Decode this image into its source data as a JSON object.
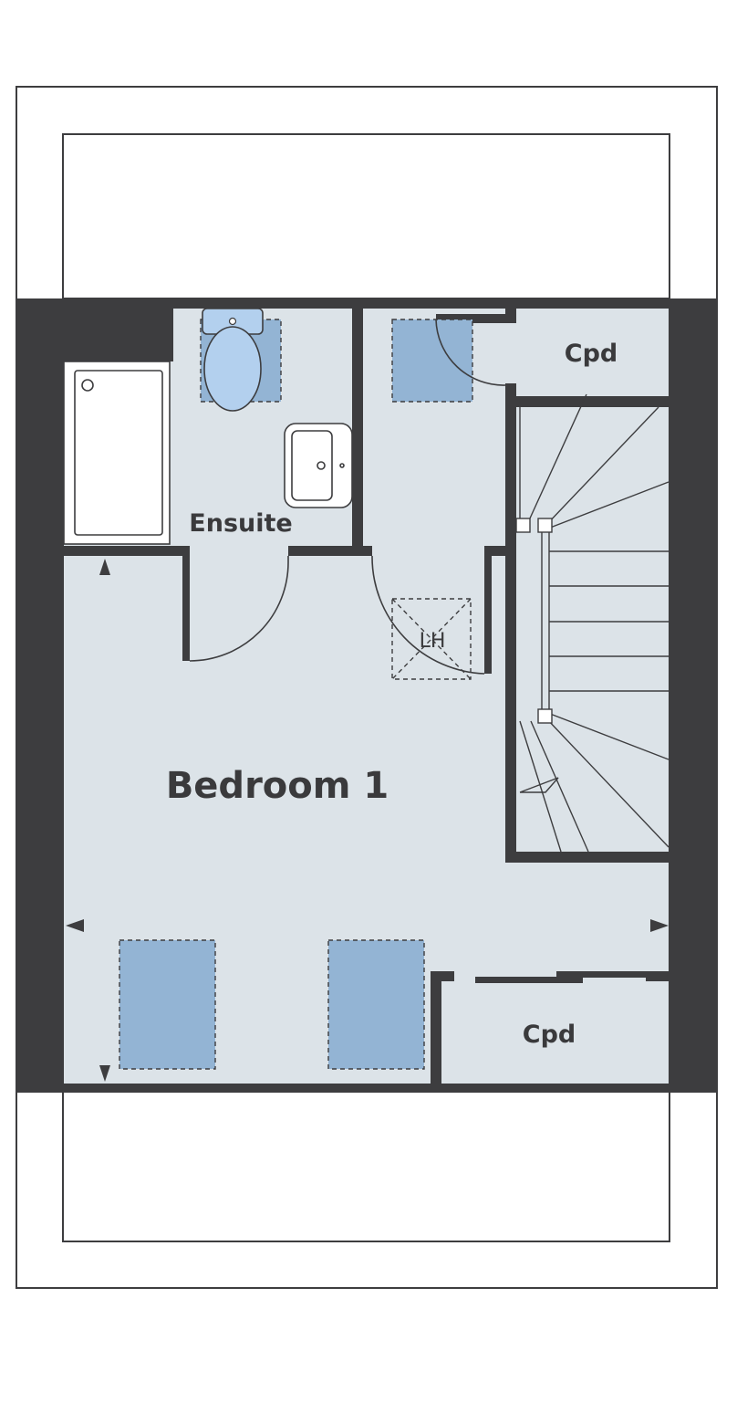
{
  "labels": {
    "ensuite": "Ensuite",
    "bedroom": "Bedroom 1",
    "cupboard_top": "Cpd",
    "cupboard_bottom": "Cpd",
    "loft_hatch": "LH"
  },
  "colors": {
    "wall": "#3d3d3f",
    "floor": "#dce3e8",
    "skylight": "#93b4d4",
    "sanitary": "#b3d0ee",
    "outline": "#3d3d3f",
    "background": "#ffffff"
  }
}
